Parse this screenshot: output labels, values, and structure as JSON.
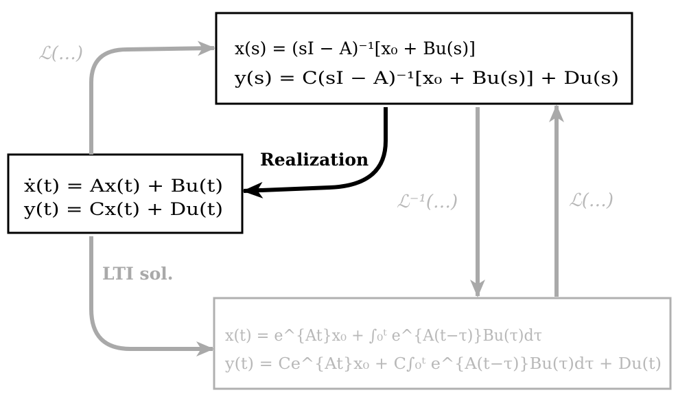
{
  "colors": {
    "black": "#000000",
    "gray": "#a9a9a9",
    "light_gray": "#b8b8b8"
  },
  "labels": {
    "laplace_left": "ℒ(…)",
    "laplace_right": "ℒ(…)",
    "inverse_laplace": "ℒ⁻¹(…)",
    "realization": "Realization",
    "lti_solution": "LTI sol."
  },
  "boxes": {
    "state_space": {
      "line1": "ẋ(t) = Ax(t) + Bu(t)",
      "line2": "y(t) = Cx(t) + Du(t)"
    },
    "laplace_domain": {
      "line1": "x(s) = (sI − A)⁻¹[x₀ + Bu(s)]",
      "line2": "y(s) = C(sI − A)⁻¹[x₀ + Bu(s)] + Du(s)"
    },
    "time_solution": {
      "line1": "x(t) = e^{At}x₀ + ∫₀ᵗ e^{A(t−τ)}Bu(τ)dτ",
      "line2": "y(t) = Ce^{At}x₀ + C∫₀ᵗ e^{A(t−τ)}Bu(τ)dτ + Du(t)"
    }
  }
}
